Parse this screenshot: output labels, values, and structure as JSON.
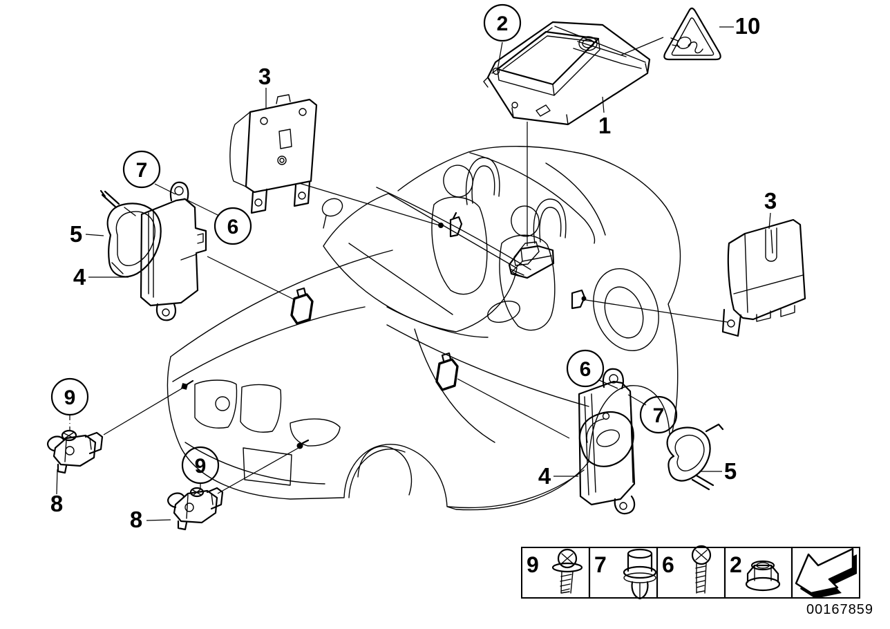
{
  "diagram": {
    "number": "00167859",
    "background": "#ffffff",
    "line_color": "#000000"
  },
  "callouts": {
    "circled": [
      {
        "n": "2"
      },
      {
        "n": "7"
      },
      {
        "n": "6"
      },
      {
        "n": "9"
      },
      {
        "n": "9"
      },
      {
        "n": "6"
      },
      {
        "n": "7"
      }
    ],
    "plain": [
      {
        "n": "3"
      },
      {
        "n": "1"
      },
      {
        "n": "10"
      },
      {
        "n": "3"
      },
      {
        "n": "5"
      },
      {
        "n": "4"
      },
      {
        "n": "8"
      },
      {
        "n": "8"
      },
      {
        "n": "4"
      },
      {
        "n": "5"
      }
    ]
  },
  "legend": {
    "cells": [
      {
        "n": "9",
        "icon": "phillips-screw-with-washer-icon"
      },
      {
        "n": "7",
        "icon": "expansion-rivet-icon"
      },
      {
        "n": "6",
        "icon": "phillips-screw-icon"
      },
      {
        "n": "2",
        "icon": "flange-nut-icon"
      }
    ],
    "arrow_icon": "page-back-arrow-icon"
  },
  "warning": {
    "icon": "connector-warning-triangle-icon"
  }
}
